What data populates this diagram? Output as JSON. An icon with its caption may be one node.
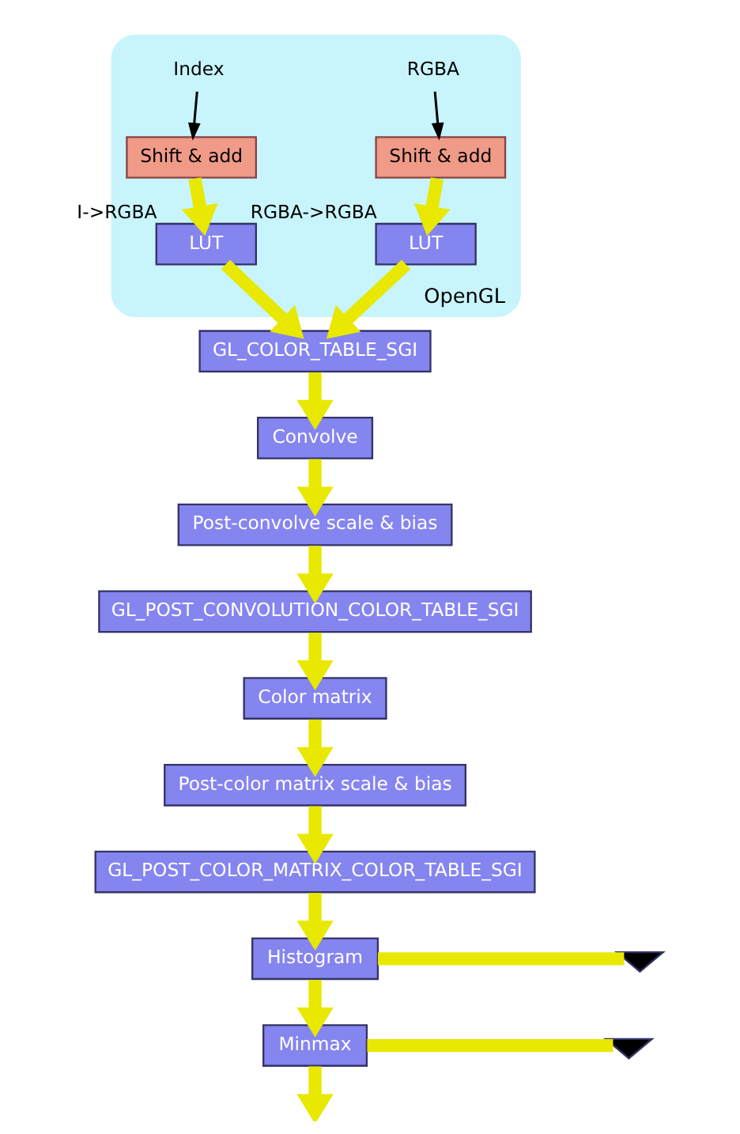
{
  "diagram": {
    "nodes": [
      {
        "text": [
          "OpenGL"
        ]
      },
      {
        "text": [
          "Index"
        ],
        "in": 0
      },
      {
        "text": [
          "RGBA"
        ],
        "in": 0
      },
      {
        "text": [
          "Shift & add"
        ],
        "in": 0
      },
      {
        "text": [
          "Shift & add"
        ],
        "in": 0
      },
      {
        "text": [
          "LUT"
        ],
        "beside": [
          "I->RGBA"
        ],
        "in": 0
      },
      {
        "text": [
          "LUT"
        ],
        "beside": [
          "RGBA->RGBA"
        ],
        "in": 0
      },
      {
        "text": [
          "GL_COLOR_TABLE_SGI"
        ]
      },
      {
        "text": [
          "Convolve"
        ]
      },
      {
        "text": [
          "Post-convolve scale & bias"
        ]
      },
      {
        "text": [
          "GL_POST_CONVOLUTION_COLOR_TABLE_SGI"
        ]
      },
      {
        "text": [
          "Color matrix"
        ]
      },
      {
        "text": [
          "Post-color matrix scale & bias"
        ]
      },
      {
        "text": [
          "GL_POST_COLOR_MATRIX_COLOR_TABLE_SGI"
        ]
      },
      {
        "text": [
          "Histogram"
        ]
      },
      {
        "text": [
          "Minmax"
        ]
      },
      {
        "text": [],
        "shape": "ground"
      },
      {
        "text": [],
        "shape": "ground"
      }
    ],
    "edges": [
      {
        "from": 1,
        "to": 3,
        "arrow": "to",
        "color": "#000000"
      },
      {
        "from": 2,
        "to": 4,
        "arrow": "to",
        "color": "#000000"
      },
      {
        "from": 3,
        "to": 5,
        "arrow": "to"
      },
      {
        "from": 4,
        "to": 6,
        "arrow": "to"
      },
      {
        "from": 5,
        "to": 7,
        "arrow": "to"
      },
      {
        "from": 6,
        "to": 7,
        "arrow": "to"
      },
      {
        "from": 7,
        "to": 8,
        "arrow": "to"
      },
      {
        "from": 8,
        "to": 9,
        "arrow": "to"
      },
      {
        "from": 9,
        "to": 10,
        "arrow": "to"
      },
      {
        "from": 10,
        "to": 11,
        "arrow": "to"
      },
      {
        "from": 11,
        "to": 12,
        "arrow": "to"
      },
      {
        "from": 12,
        "to": 13,
        "arrow": "to"
      },
      {
        "from": 13,
        "to": 14,
        "arrow": "to"
      },
      {
        "from": 14,
        "to": 16,
        "arrow": "none"
      },
      {
        "from": 14,
        "to": 15,
        "arrow": "to"
      },
      {
        "from": 15,
        "to": 17,
        "arrow": "none"
      },
      {
        "from": 15,
        "to": null,
        "arrow": "to"
      }
    ]
  }
}
